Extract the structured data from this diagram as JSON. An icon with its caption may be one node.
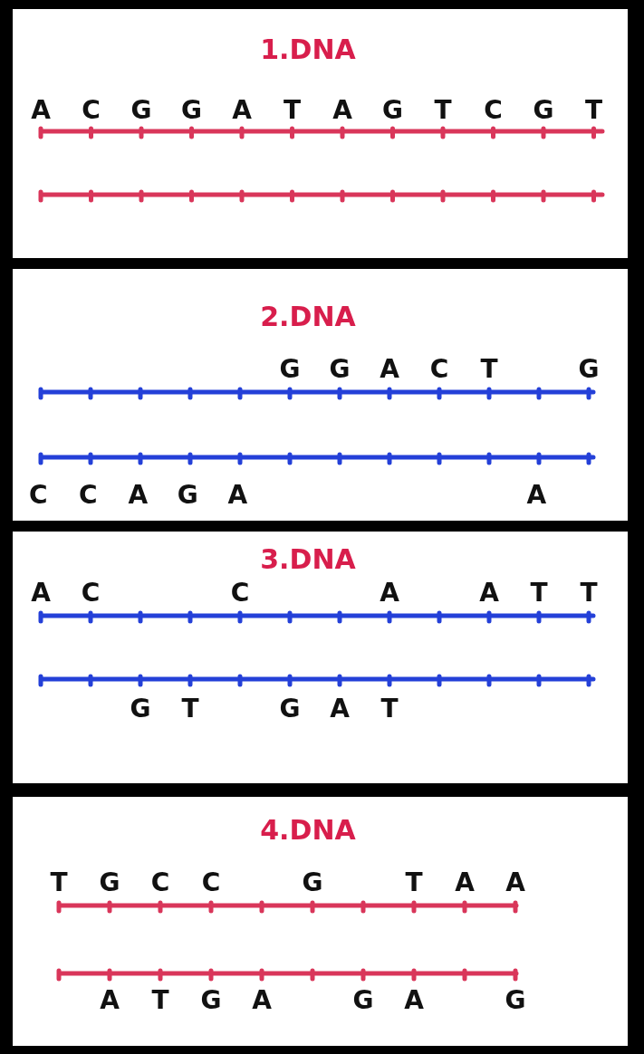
{
  "diagram": {
    "nodes": [
      {
        "text": [
          "1.DNA"
        ]
      },
      {
        "text": [
          "2.DNA"
        ]
      },
      {
        "text": [
          "3.DNA"
        ]
      },
      {
        "text": [
          "4.DNA"
        ]
      }
    ],
    "labels": [
      "A",
      "C",
      "G",
      "G",
      "A",
      "T",
      "A",
      "G",
      "T",
      "C",
      "G",
      "T",
      "G",
      "G",
      "A",
      "C",
      "T",
      "G",
      "C",
      "C",
      "A",
      "G",
      "A",
      "A",
      "A",
      "C",
      "C",
      "A",
      "A",
      "T",
      "T",
      "G",
      "T",
      "G",
      "A",
      "T",
      "T",
      "G",
      "C",
      "C",
      "G",
      "T",
      "A",
      "A",
      "A",
      "T",
      "G",
      "A",
      "G",
      "A",
      "G"
    ]
  }
}
